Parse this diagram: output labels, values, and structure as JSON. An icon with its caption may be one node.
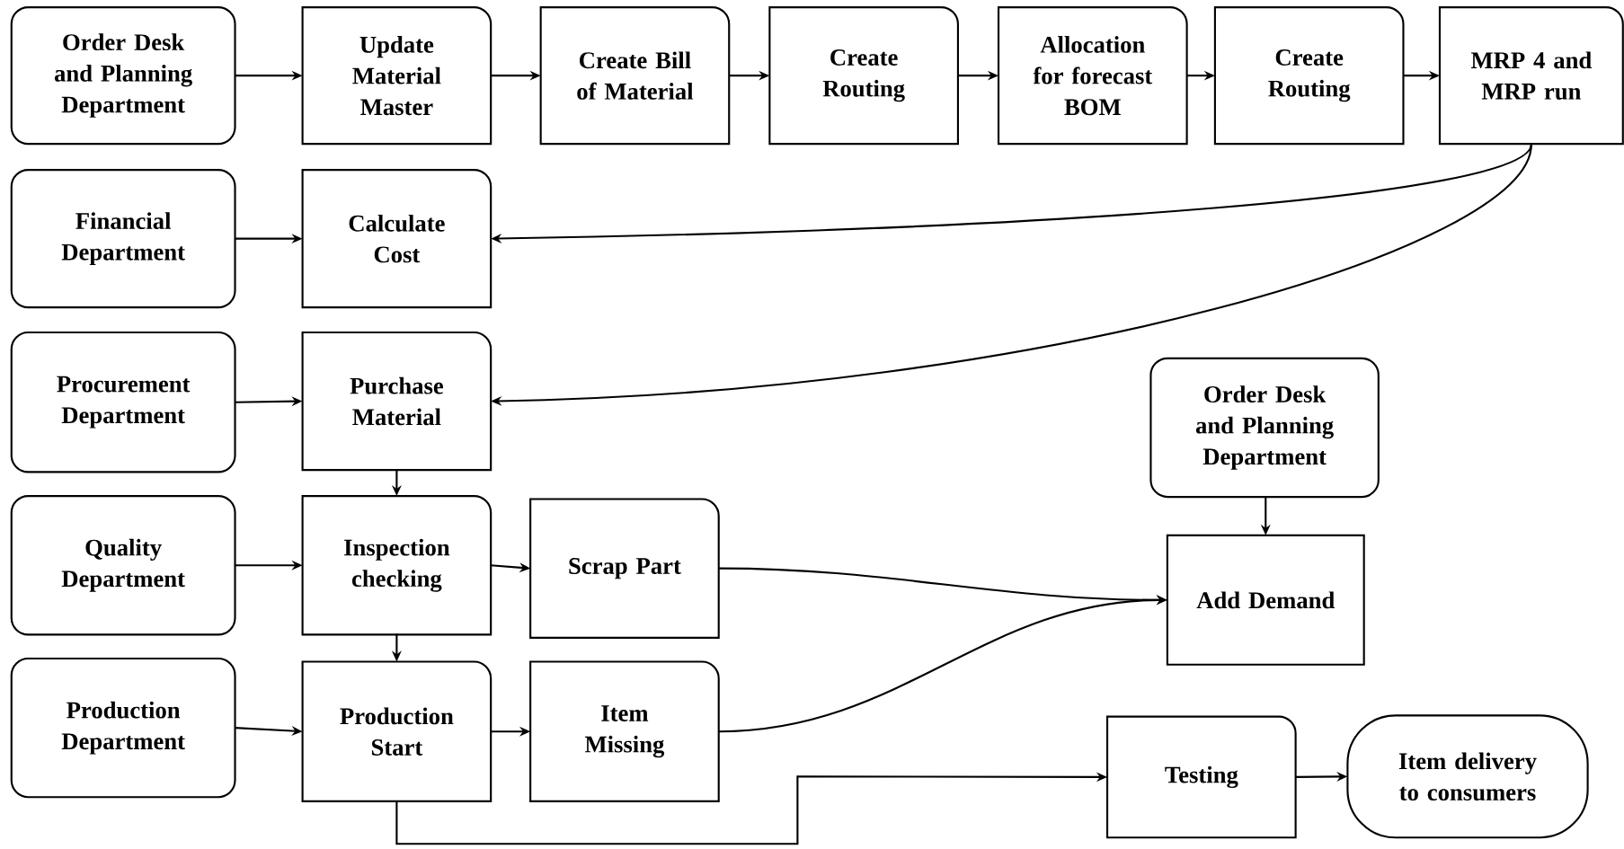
{
  "diagram": {
    "nodes": [
      {
        "text": [
          "Order Desk and Planning Department"
        ]
      },
      {
        "text": [
          "Update Material Master"
        ]
      },
      {
        "text": [
          "Create Bill of Material"
        ]
      },
      {
        "text": [
          "Create Routing"
        ]
      },
      {
        "text": [
          "Allocation for forecast BOM"
        ]
      },
      {
        "text": [
          "Create Routing"
        ]
      },
      {
        "text": [
          "MRP 4 and MRP run"
        ]
      },
      {
        "text": [
          "Financial Department"
        ]
      },
      {
        "text": [
          "Calculate Cost"
        ]
      },
      {
        "text": [
          "Procurement Department"
        ]
      },
      {
        "text": [
          "Purchase Material"
        ]
      },
      {
        "text": [
          "Quality Department"
        ]
      },
      {
        "text": [
          "Inspection checking"
        ]
      },
      {
        "text": [
          "Scrap Part"
        ]
      },
      {
        "text": [
          "Production Department"
        ]
      },
      {
        "text": [
          "Production Start"
        ]
      },
      {
        "text": [
          "Item Missing"
        ]
      },
      {
        "text": [
          "Order Desk and Planning Department"
        ]
      },
      {
        "text": [
          "Add Demand"
        ]
      },
      {
        "text": [
          "Testing"
        ]
      },
      {
        "text": [
          "Item delivery to consumers"
        ]
      }
    ],
    "edges": [
      {
        "from": 0,
        "to": 1,
        "arrow": "to"
      },
      {
        "from": 1,
        "to": 2,
        "arrow": "to"
      },
      {
        "from": 2,
        "to": 3,
        "arrow": "to"
      },
      {
        "from": 3,
        "to": 4,
        "arrow": "to"
      },
      {
        "from": 4,
        "to": 5,
        "arrow": "to"
      },
      {
        "from": 5,
        "to": 6,
        "arrow": "to"
      },
      {
        "from": 6,
        "to": 8,
        "arrow": "to"
      },
      {
        "from": 6,
        "to": 10,
        "arrow": "to"
      },
      {
        "from": 7,
        "to": 8,
        "arrow": "to"
      },
      {
        "from": 9,
        "to": 10,
        "arrow": "to"
      },
      {
        "from": 10,
        "to": 12,
        "arrow": "to"
      },
      {
        "from": 11,
        "to": 12,
        "arrow": "to"
      },
      {
        "from": 12,
        "to": 13,
        "arrow": "to"
      },
      {
        "from": 12,
        "to": 15,
        "arrow": "to"
      },
      {
        "from": 14,
        "to": 15,
        "arrow": "to"
      },
      {
        "from": 15,
        "to": 16,
        "arrow": "to"
      },
      {
        "from": 13,
        "to": 18,
        "arrow": "to"
      },
      {
        "from": 16,
        "to": 18,
        "arrow": "to"
      },
      {
        "from": 17,
        "to": 18,
        "arrow": "to"
      },
      {
        "from": 15,
        "to": 19,
        "arrow": "to"
      },
      {
        "from": 19,
        "to": 20,
        "arrow": "to"
      }
    ]
  }
}
